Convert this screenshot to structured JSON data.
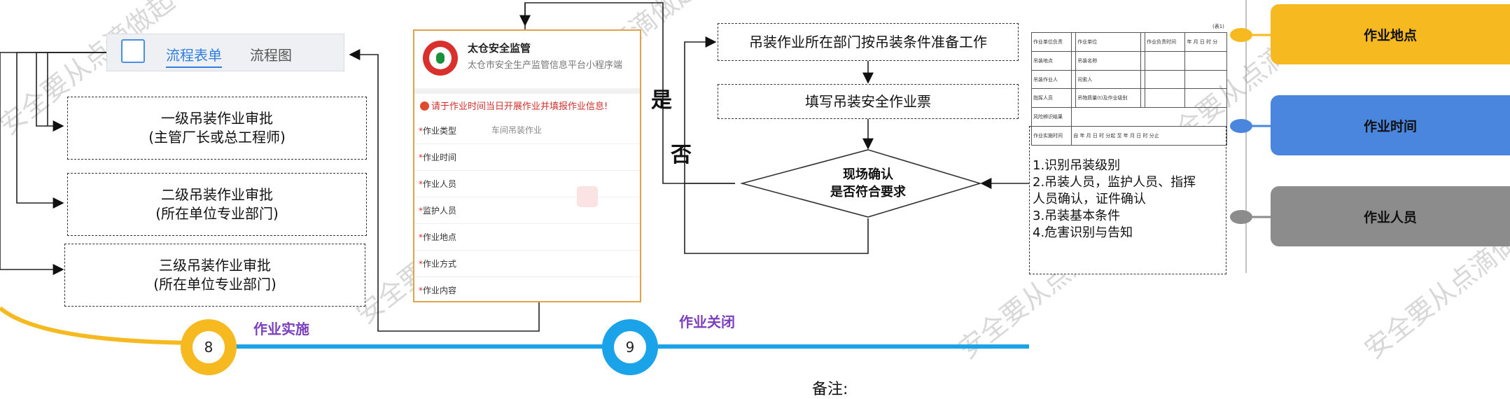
{
  "tabs": {
    "form": "流程表单",
    "chart": "流程图"
  },
  "approvals": [
    {
      "line1": "一级吊装作业审批",
      "line2": "(主管厂长或总工程师)"
    },
    {
      "line1": "二级吊装作业审批",
      "line2": "(所在单位专业部门)"
    },
    {
      "line1": "三级吊装作业审批",
      "line2": "(所在单位专业部门)"
    }
  ],
  "form": {
    "app_title": "太仓安全监管",
    "app_subtitle": "太仓市安全生产监管信息平台小程序端",
    "warning": "请于作业时间当日开展作业并填报作业信息!",
    "fields": [
      {
        "label": "作业类型",
        "value": "车间吊装作业"
      },
      {
        "label": "作业时间",
        "value": ""
      },
      {
        "label": "作业人员",
        "value": ""
      },
      {
        "label": "监护人员",
        "value": ""
      },
      {
        "label": "作业地点",
        "value": ""
      },
      {
        "label": "作业方式",
        "value": ""
      },
      {
        "label": "作业内容",
        "value": ""
      }
    ]
  },
  "flow": {
    "step1": "吊装作业所在部门按吊装条件准备工作",
    "step2": "填写吊装安全作业票",
    "decision_line1": "现场确认",
    "decision_line2": "是否符合要求",
    "yes": "是",
    "no": "否"
  },
  "checklist": [
    "1.识别吊装级别",
    "2.吊装人员，监护人员、指挥",
    "人员确认，证件确认",
    "3.吊装基本条件",
    "4.危害识别与告知"
  ],
  "ticket": {
    "corner": "(表1)",
    "rows": [
      [
        "作业单位负责",
        "",
        "作业单位",
        "",
        "作业负责时间",
        "年 月 日 时 分"
      ],
      [
        "吊装地点",
        "",
        "吊装名称",
        "",
        "",
        ""
      ],
      [
        "吊装作业人",
        "",
        "司索人",
        "",
        "",
        ""
      ],
      [
        "指挥人员",
        "",
        "吊物质量(t)及作业级别",
        "",
        "",
        ""
      ],
      [
        "风险辨识结果",
        "",
        "",
        "",
        "",
        ""
      ],
      [
        "作业实施时间",
        "自 年 月 日 时 分起 至 年 月 日 时 分止",
        "",
        "",
        "",
        ""
      ]
    ]
  },
  "capsules": [
    {
      "label": "作业地点",
      "color": "#f6b920"
    },
    {
      "label": "作业时间",
      "color": "#4a86dd"
    },
    {
      "label": "作业人员",
      "color": "#8c8c8c"
    }
  ],
  "timeline": {
    "step8": {
      "number": "8",
      "label": "作业实施",
      "color": "#f6b920"
    },
    "step9": {
      "number": "9",
      "label": "作业关闭",
      "color": "#1aa3e8"
    }
  },
  "note": "备注:",
  "watermark": "安全要从点滴做起"
}
